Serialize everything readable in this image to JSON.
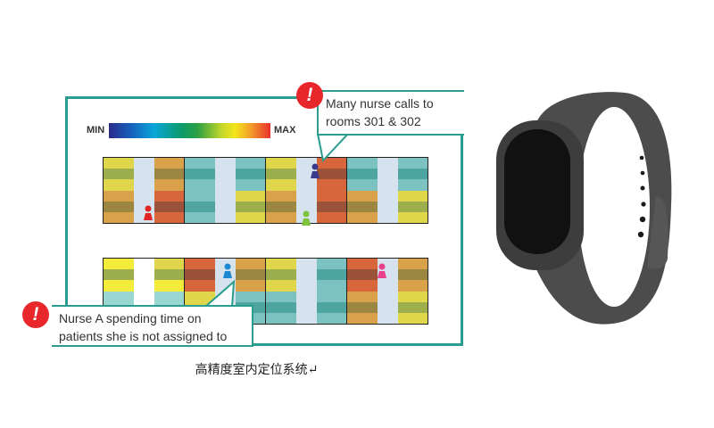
{
  "legend": {
    "min_label": "MIN",
    "max_label": "MAX"
  },
  "palette": {
    "Y": "#e0d64c",
    "YB": "#f3ec3a",
    "G": "#9caf4c",
    "O": "#d9a24a",
    "B": "#9b8742",
    "R": "#d8663c",
    "D": "#9a5238",
    "T": "#7cc2c0",
    "TD": "#4ea4a0",
    "LT": "#9ad7d3"
  },
  "heatmap": {
    "top_row": [
      [
        "Y",
        "G",
        "Y",
        "O",
        "B",
        "O"
      ],
      [
        "O",
        "B",
        "O",
        "R",
        "D",
        "R"
      ],
      [
        "T",
        "TD",
        "T",
        "T",
        "TD",
        "T"
      ],
      [
        "T",
        "TD",
        "T",
        "Y",
        "G",
        "Y"
      ],
      [
        "Y",
        "G",
        "Y",
        "O",
        "B",
        "O"
      ],
      [
        "R",
        "D",
        "R",
        "R",
        "D",
        "R"
      ],
      [
        "T",
        "TD",
        "T",
        "O",
        "B",
        "O"
      ],
      [
        "T",
        "TD",
        "T",
        "Y",
        "G",
        "Y"
      ]
    ],
    "bottom_row": [
      [
        "YB",
        "G",
        "YB",
        "LT",
        "LT",
        "T"
      ],
      [
        "Y",
        "G",
        "YB",
        "LT",
        "LT",
        "T"
      ],
      [
        "R",
        "D",
        "R",
        "Y",
        "Y",
        "O"
      ],
      [
        "O",
        "B",
        "O",
        "T",
        "TD",
        "T"
      ],
      [
        "Y",
        "G",
        "Y",
        "T",
        "TD",
        "T"
      ],
      [
        "T",
        "TD",
        "T",
        "T",
        "TD",
        "T"
      ],
      [
        "R",
        "D",
        "R",
        "O",
        "B",
        "O"
      ],
      [
        "O",
        "B",
        "O",
        "Y",
        "G",
        "Y"
      ]
    ]
  },
  "nurses": [
    {
      "name": "red-nurse",
      "color": "#e02424"
    },
    {
      "name": "navy-nurse",
      "color": "#3a3a8c"
    },
    {
      "name": "green-nurse",
      "color": "#7cc23a"
    },
    {
      "name": "blue-nurse",
      "color": "#1e88d0"
    },
    {
      "name": "pink-nurse",
      "color": "#e8408a"
    }
  ],
  "callouts": {
    "top": {
      "icon": "!",
      "line1": "Many nurse calls to",
      "line2": "rooms 301 & 302"
    },
    "bottom": {
      "icon": "!",
      "line1": "Nurse A spending time on",
      "line2": "patients she is not assigned to"
    }
  },
  "caption": "高精度室内定位系统↵"
}
